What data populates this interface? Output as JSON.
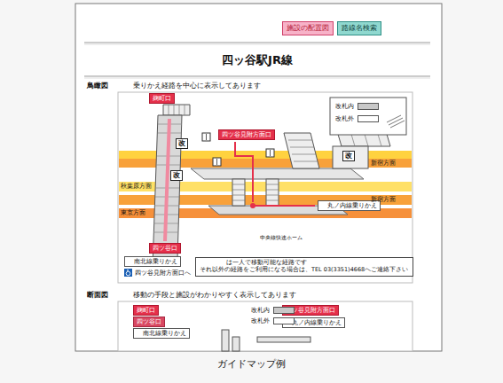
{
  "diagram": {
    "title": "四ッ谷駅JR線",
    "caption": "ガイドマップ例",
    "nodes": [
      {
        "text": [
          "施設の配置図"
        ]
      },
      {
        "text": [
          "路線名検索"
        ]
      },
      {
        "text": [
          "麹町口"
        ]
      },
      {
        "text": [
          "四ツ谷見附方面口"
        ]
      },
      {
        "text": [
          "改"
        ]
      },
      {
        "text": [
          "改"
        ]
      },
      {
        "text": [
          "改"
        ]
      },
      {
        "text": [
          "丸ノ内線乗りかえ"
        ]
      },
      {
        "text": [
          "四ツ谷口"
        ]
      },
      {
        "text": [
          "南北線乗りかえ"
        ]
      },
      {
        "text": [
          "は一人で移動可能な経路です",
          "それ以外の経路をご利用になる場合は、TEL 03(3351)4668へご連絡下さい"
        ]
      },
      {
        "text": [
          "麹町口"
        ]
      },
      {
        "text": [
          "四ツ谷口"
        ]
      },
      {
        "text": [
          "南北線乗りかえ"
        ]
      },
      {
        "text": [
          "四ツ谷見附方面口"
        ]
      },
      {
        "text": [
          "丸ノ内線乗りかえ"
        ]
      }
    ],
    "labels": [
      "鳥瞰図",
      "乗りかえ経路を中心に表示してあります",
      "新宿方面",
      "秋葉原方面",
      "東京方面",
      "新宿方面",
      "中央線快速ホーム",
      "四ツ谷見附方面口へ",
      "断面図",
      "移動の手段と施設がわかりやすく表示してあります"
    ],
    "legend": [
      {
        "text": "改札内",
        "color": "#c8c8c8"
      },
      {
        "text": "改札外",
        "color": "#ffffff"
      },
      {
        "text": "改札内",
        "color": "#c8c8c8"
      },
      {
        "text": "改札外",
        "color": "#ffffff"
      }
    ]
  }
}
